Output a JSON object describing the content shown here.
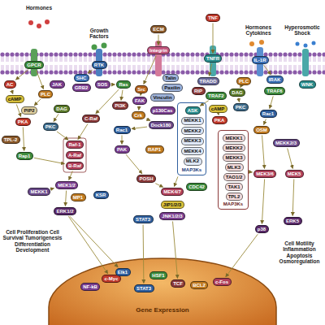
{
  "diagram": {
    "nodes": [
      {
        "text": [
          "TNF"
        ]
      },
      {
        "text": [
          "ECM"
        ]
      },
      {
        "text": [
          "GPCR"
        ]
      },
      {
        "text": [
          "RTK"
        ]
      },
      {
        "text": [
          "Integrin"
        ]
      },
      {
        "text": [
          "TNFR"
        ]
      },
      {
        "text": [
          "IL-1R"
        ]
      },
      {
        "text": [
          "AC"
        ]
      },
      {
        "text": [
          "JAK"
        ]
      },
      {
        "text": [
          "SHC"
        ]
      },
      {
        "text": [
          "GRB2"
        ]
      },
      {
        "text": [
          "SOS"
        ]
      },
      {
        "text": [
          "Ras"
        ]
      },
      {
        "text": [
          "Src"
        ]
      },
      {
        "text": [
          "Talin"
        ]
      },
      {
        "text": [
          "Paxilin"
        ]
      },
      {
        "text": [
          "Vinculin"
        ]
      },
      {
        "text": [
          "FAK"
        ]
      },
      {
        "text": [
          "TRADD"
        ]
      },
      {
        "text": [
          "RIP"
        ]
      },
      {
        "text": [
          "TRAF2"
        ]
      },
      {
        "text": [
          "PLC"
        ]
      },
      {
        "text": [
          "DAG"
        ]
      },
      {
        "text": [
          "IRAK"
        ]
      },
      {
        "text": [
          "TRAF6"
        ]
      },
      {
        "text": [
          "WNK"
        ]
      },
      {
        "text": [
          "cAMP"
        ]
      },
      {
        "text": [
          "PLC"
        ]
      },
      {
        "text": [
          "PIP2"
        ]
      },
      {
        "text": [
          "DAG"
        ]
      },
      {
        "text": [
          "PI3K"
        ]
      },
      {
        "text": [
          "Crk"
        ]
      },
      {
        "text": [
          "p130Cas"
        ]
      },
      {
        "text": [
          "Dock180"
        ]
      },
      {
        "text": [
          "C-Raf"
        ]
      },
      {
        "text": [
          "Rac1"
        ]
      },
      {
        "text": [
          "PKA"
        ]
      },
      {
        "text": [
          "PKC"
        ]
      },
      {
        "text": [
          "TPL-2"
        ]
      },
      {
        "text": [
          "Rap1"
        ]
      },
      {
        "text": [
          "PAK"
        ]
      },
      {
        "text": [
          "RAP1"
        ]
      },
      {
        "text": [
          "Raf-1"
        ]
      },
      {
        "text": [
          "A-Raf"
        ]
      },
      {
        "text": [
          "B-Raf"
        ]
      },
      {
        "text": [
          "MAP3Ks"
        ]
      },
      {
        "text": [
          "ASK"
        ],
        "in": 45
      },
      {
        "text": [
          "MEKK1"
        ],
        "in": 45
      },
      {
        "text": [
          "MEKK2"
        ],
        "in": 45
      },
      {
        "text": [
          "MEKK3"
        ],
        "in": 45
      },
      {
        "text": [
          "MEKK4"
        ],
        "in": 45
      },
      {
        "text": [
          "MLK2"
        ],
        "in": 45
      },
      {
        "text": [
          "cAMP"
        ]
      },
      {
        "text": [
          "PKA"
        ]
      },
      {
        "text": [
          "PKC"
        ]
      },
      {
        "text": [
          "MAP3Ks"
        ]
      },
      {
        "text": [
          "MEKK1"
        ],
        "in": 55
      },
      {
        "text": [
          "MEKK2"
        ],
        "in": 55
      },
      {
        "text": [
          "MEKK3"
        ],
        "in": 55
      },
      {
        "text": [
          "MLK3"
        ],
        "in": 55
      },
      {
        "text": [
          "TAO1/2"
        ],
        "in": 55
      },
      {
        "text": [
          "TAK1"
        ],
        "in": 55
      },
      {
        "text": [
          "TPL2"
        ],
        "in": 55
      },
      {
        "text": [
          "CDC42"
        ]
      },
      {
        "text": [
          "MEKK1"
        ]
      },
      {
        "text": [
          "MEK1/2"
        ]
      },
      {
        "text": [
          "MP1"
        ]
      },
      {
        "text": [
          "KSR"
        ]
      },
      {
        "text": [
          "ERK1/2"
        ]
      },
      {
        "text": [
          "POSH"
        ]
      },
      {
        "text": [
          "MEK4/7"
        ]
      },
      {
        "text": [
          "JIP1/2/3"
        ]
      },
      {
        "text": [
          "JNK1/2/3"
        ]
      },
      {
        "text": [
          "STAT3"
        ]
      },
      {
        "text": [
          "Rac1"
        ]
      },
      {
        "text": [
          "OSM"
        ]
      },
      {
        "text": [
          "MEKK2/3"
        ]
      },
      {
        "text": [
          "MEK3/6"
        ]
      },
      {
        "text": [
          "MEK5"
        ]
      },
      {
        "text": [
          "p38"
        ]
      },
      {
        "text": [
          "ERK5"
        ]
      },
      {
        "text": [
          "Gene Expression"
        ]
      },
      {
        "text": [
          "NF-kB"
        ],
        "in": 81
      },
      {
        "text": [
          "c-Myc"
        ],
        "in": 81
      },
      {
        "text": [
          "Elk1"
        ],
        "in": 81
      },
      {
        "text": [
          "HSF1"
        ],
        "in": 81
      },
      {
        "text": [
          "STAT3"
        ],
        "in": 81
      },
      {
        "text": [
          "TCF"
        ],
        "in": 81
      },
      {
        "text": [
          "BCL2"
        ],
        "in": 81
      },
      {
        "text": [
          "c-Fos"
        ],
        "in": 81
      }
    ],
    "edges": [
      {
        "from": 0,
        "to": 5,
        "arrow": "to"
      },
      {
        "from": 1,
        "to": 4,
        "arrow": "to"
      },
      {
        "from": 3,
        "to": 9,
        "arrow": "to"
      },
      {
        "from": 11,
        "to": 12,
        "arrow": "to"
      },
      {
        "from": 4,
        "to": 13,
        "arrow": "to"
      },
      {
        "from": 13,
        "to": 17,
        "arrow": "to"
      },
      {
        "from": 17,
        "to": 31,
        "arrow": "to"
      },
      {
        "from": 31,
        "to": 33,
        "arrow": "to"
      },
      {
        "from": 33,
        "to": 35,
        "arrow": "to"
      },
      {
        "from": 35,
        "to": 40,
        "arrow": "to"
      },
      {
        "from": 12,
        "to": 30,
        "arrow": "to"
      },
      {
        "from": 12,
        "to": 34,
        "arrow": "to"
      },
      {
        "from": 34,
        "to": 42,
        "arrow": "to"
      },
      {
        "from": 5,
        "to": 18,
        "arrow": "to"
      },
      {
        "from": 20,
        "to": 46,
        "arrow": "to"
      },
      {
        "from": 6,
        "to": 23,
        "arrow": "to"
      },
      {
        "from": 24,
        "to": 74,
        "arrow": "to"
      },
      {
        "from": 74,
        "to": 75,
        "arrow": "to"
      },
      {
        "from": 75,
        "to": 77,
        "arrow": "to"
      },
      {
        "from": 76,
        "to": 78,
        "arrow": "to"
      },
      {
        "from": 78,
        "to": 80,
        "arrow": "to"
      },
      {
        "from": 77,
        "to": 79,
        "arrow": "to"
      },
      {
        "from": 55,
        "to": 77,
        "arrow": "to"
      },
      {
        "from": 45,
        "to": 70,
        "arrow": "to"
      },
      {
        "from": 69,
        "to": 70,
        "arrow": "to"
      },
      {
        "from": 44,
        "to": 65,
        "arrow": "to"
      },
      {
        "from": 64,
        "to": 65,
        "arrow": "to"
      },
      {
        "from": 65,
        "to": 68,
        "arrow": "to"
      },
      {
        "from": 72,
        "to": 87,
        "arrow": "to"
      },
      {
        "from": 68,
        "to": 84,
        "arrow": "to"
      },
      {
        "from": 68,
        "to": 83,
        "arrow": "to"
      },
      {
        "from": 73,
        "to": 86,
        "arrow": "to"
      },
      {
        "from": 79,
        "to": 89,
        "arrow": "to"
      },
      {
        "from": 2,
        "to": 7,
        "arrow": "to"
      },
      {
        "from": 7,
        "to": 26,
        "arrow": "to"
      },
      {
        "from": 26,
        "to": 36,
        "arrow": "to"
      },
      {
        "from": 2,
        "to": 27,
        "arrow": "to"
      },
      {
        "from": 27,
        "to": 28,
        "arrow": "to"
      },
      {
        "from": 29,
        "to": 37,
        "arrow": "to"
      },
      {
        "from": 37,
        "to": 42,
        "arrow": "to"
      },
      {
        "from": 36,
        "to": 39,
        "arrow": "to"
      },
      {
        "from": 39,
        "to": 44,
        "arrow": "to"
      },
      {
        "from": 52,
        "to": 53,
        "arrow": "to"
      },
      {
        "from": 22,
        "to": 54,
        "arrow": "to"
      },
      {
        "from": 21,
        "to": 22,
        "arrow": "to"
      },
      {
        "from": 40,
        "to": 69,
        "arrow": "to"
      }
    ],
    "labels": [
      "Hormones",
      "Growth Factors",
      "Hormones Cytokines",
      "Hyperosmotic Shock",
      "Cell Proliferation Cell Survival Tumorigenesis Differentiation Development",
      "Cell Motility Inflammation Apoptosis Osmoregulation"
    ]
  }
}
